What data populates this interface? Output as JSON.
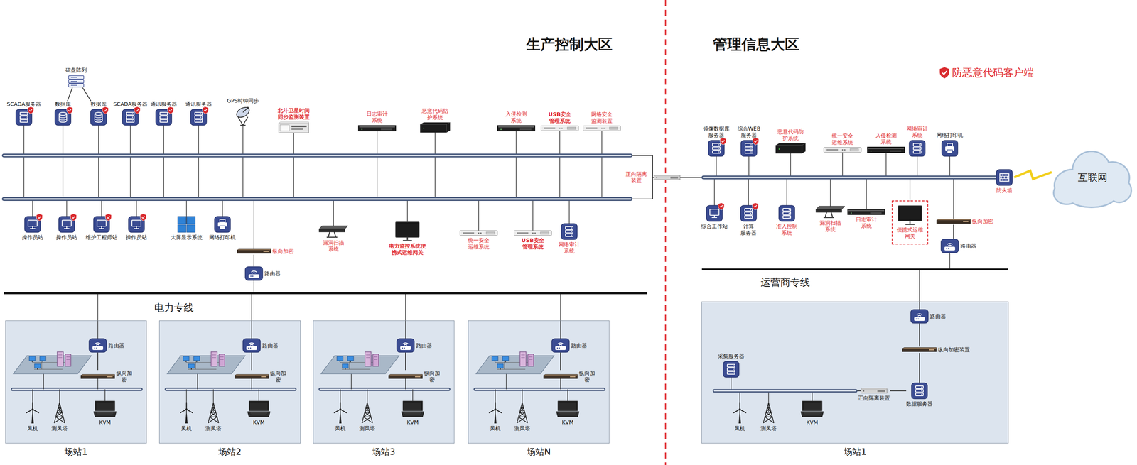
{
  "diagram": {
    "nodes": [
      {
        "text": [
          "磁盘阵列"
        ]
      },
      {
        "text": [
          "SCADA服务器"
        ]
      },
      {
        "text": [
          "数据库"
        ]
      },
      {
        "text": [
          "数据库"
        ]
      },
      {
        "text": [
          "SCADA服务器"
        ]
      },
      {
        "text": [
          "通讯服务器"
        ]
      },
      {
        "text": [
          "通讯服务器"
        ]
      },
      {
        "text": [
          "GPS时钟同步"
        ]
      },
      {
        "text": [
          "北斗卫星时间 同步监测装置"
        ]
      },
      {
        "text": [
          "日志审计 系统"
        ]
      },
      {
        "text": [
          "恶意代码防 护系统"
        ]
      },
      {
        "text": [
          "入侵检测 系统"
        ]
      },
      {
        "text": [
          "USB安全 管理系统"
        ]
      },
      {
        "text": [
          "网络安全 监测装置"
        ]
      },
      {
        "text": [
          "操作员站"
        ]
      },
      {
        "text": [
          "操作员站"
        ]
      },
      {
        "text": [
          "维护工程师站"
        ]
      },
      {
        "text": [
          "操作员站"
        ]
      },
      {
        "text": [
          "大屏显示系统"
        ]
      },
      {
        "text": [
          "网络打印机"
        ]
      },
      {
        "text": [
          "纵向加密"
        ]
      },
      {
        "text": [
          "路由器"
        ]
      },
      {
        "text": [
          "漏洞扫描 系统"
        ]
      },
      {
        "text": [
          "电力监控系统便 携式运维网关"
        ]
      },
      {
        "text": [
          "统一安全 运维系统"
        ]
      },
      {
        "text": [
          "USB安全 管理系统"
        ]
      },
      {
        "text": [
          "网络审计 系统"
        ]
      },
      {
        "text": [
          "正向隔离 装置"
        ]
      },
      {
        "text": [
          "镜像数据库 服务器"
        ]
      },
      {
        "text": [
          "综合WEB 服务器"
        ]
      },
      {
        "text": [
          "恶意代码防 护系统"
        ]
      },
      {
        "text": [
          "统一安全 运维系统"
        ]
      },
      {
        "text": [
          "入侵检测 系统"
        ]
      },
      {
        "text": [
          "网络审计 系统"
        ]
      },
      {
        "text": [
          "网络打印机"
        ]
      },
      {
        "text": [
          "防火墙"
        ]
      },
      {
        "text": [
          "互联网"
        ]
      },
      {
        "text": [
          "综合工作站"
        ]
      },
      {
        "text": [
          "计算 服务器"
        ]
      },
      {
        "text": [
          "准入控制 系统"
        ]
      },
      {
        "text": [
          "漏洞扫描 系统"
        ]
      },
      {
        "text": [
          "日志审计 系统"
        ]
      },
      {
        "text": [
          "便携式运维 网关"
        ]
      },
      {
        "text": [
          "纵向加密"
        ]
      },
      {
        "text": [
          "路由器"
        ]
      },
      {
        "text": [
          "场站1"
        ]
      },
      {
        "text": [
          "路由器"
        ],
        "in": 45
      },
      {
        "text": [
          "纵向加 密"
        ],
        "in": 45
      },
      {
        "text": [
          "风机"
        ],
        "in": 45
      },
      {
        "text": [
          "测风塔"
        ],
        "in": 45
      },
      {
        "text": [
          "KVM"
        ],
        "in": 45
      },
      {
        "text": [
          "场站2"
        ]
      },
      {
        "text": [
          "路由器"
        ],
        "in": 51
      },
      {
        "text": [
          "纵向加 密"
        ],
        "in": 51
      },
      {
        "text": [
          "风机"
        ],
        "in": 51
      },
      {
        "text": [
          "测风塔"
        ],
        "in": 51
      },
      {
        "text": [
          "KVM"
        ],
        "in": 51
      },
      {
        "text": [
          "场站3"
        ]
      },
      {
        "text": [
          "路由器"
        ],
        "in": 57
      },
      {
        "text": [
          "纵向加 密"
        ],
        "in": 57
      },
      {
        "text": [
          "风机"
        ],
        "in": 57
      },
      {
        "text": [
          "测风塔"
        ],
        "in": 57
      },
      {
        "text": [
          "KVM"
        ],
        "in": 57
      },
      {
        "text": [
          "场站N"
        ]
      },
      {
        "text": [
          "路由器"
        ],
        "in": 63
      },
      {
        "text": [
          "纵向加 密"
        ],
        "in": 63
      },
      {
        "text": [
          "风机"
        ],
        "in": 63
      },
      {
        "text": [
          "测风塔"
        ],
        "in": 63
      },
      {
        "text": [
          "KVM"
        ],
        "in": 63
      },
      {
        "text": [
          "场站1"
        ]
      },
      {
        "text": [
          "路由器"
        ],
        "in": 69
      },
      {
        "text": [
          "纵向加密装置"
        ],
        "in": 69
      },
      {
        "text": [
          "采集服务器"
        ],
        "in": 69
      },
      {
        "text": [
          "风机"
        ],
        "in": 69
      },
      {
        "text": [
          "测风塔"
        ],
        "in": 69
      },
      {
        "text": [
          "KVM"
        ],
        "in": 69
      },
      {
        "text": [
          "正向隔离装置"
        ],
        "in": 69
      },
      {
        "text": [
          "数据服务器"
        ],
        "in": 69
      }
    ],
    "edges": [
      {
        "from": 0,
        "to": 2,
        "arrow": "none"
      },
      {
        "from": 0,
        "to": 3,
        "arrow": "none"
      },
      {
        "from": 20,
        "to": 21,
        "arrow": "none"
      },
      {
        "from": 43,
        "to": 44,
        "arrow": "none"
      },
      {
        "from": 35,
        "to": 36,
        "arrow": "none"
      },
      {
        "from": 46,
        "to": 47,
        "arrow": "none"
      },
      {
        "from": 52,
        "to": 53,
        "arrow": "none"
      },
      {
        "from": 58,
        "to": 59,
        "arrow": "none"
      },
      {
        "from": 64,
        "to": 65,
        "arrow": "none"
      },
      {
        "from": 70,
        "to": 71,
        "arrow": "none"
      },
      {
        "from": 71,
        "to": 77,
        "arrow": "none"
      },
      {
        "from": 76,
        "to": 77,
        "arrow": "none"
      }
    ],
    "labels": [
      "生产控制大区",
      "管理信息大区",
      "电力专线",
      "运营商专线"
    ],
    "legend": [
      {
        "text": "防恶意代码客户端"
      }
    ]
  }
}
